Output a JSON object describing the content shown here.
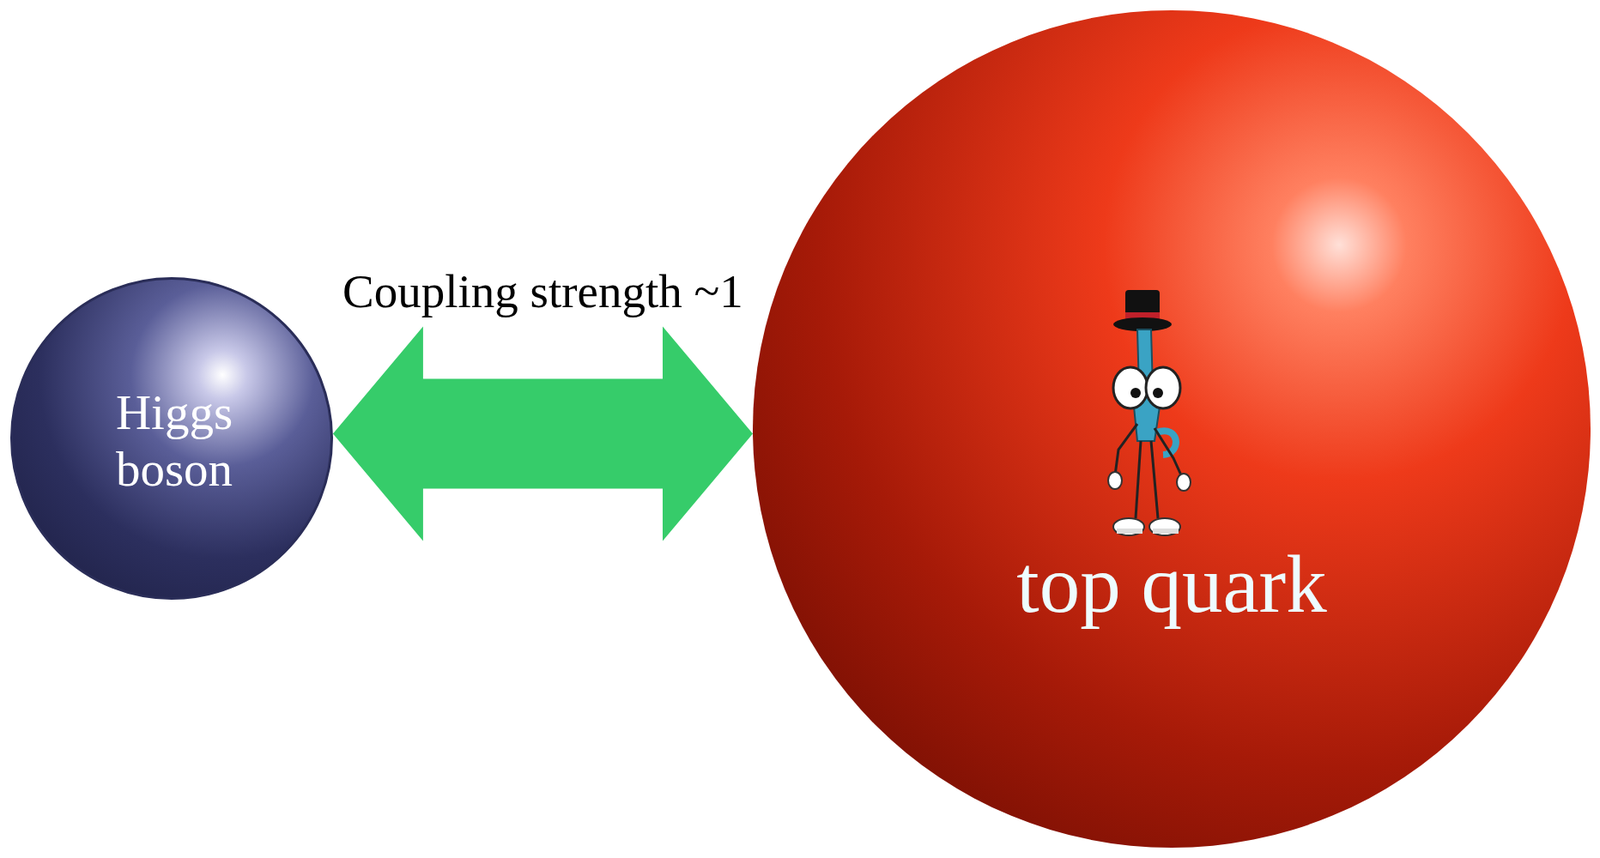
{
  "diagram": {
    "nodes": [
      {
        "text": [
          "Higgs boson"
        ]
      },
      {
        "text": [
          "top quark"
        ]
      }
    ],
    "edges": [
      {
        "from": 0,
        "to": 1,
        "label": "Coupling strength ~1",
        "arrow": "both"
      }
    ]
  }
}
